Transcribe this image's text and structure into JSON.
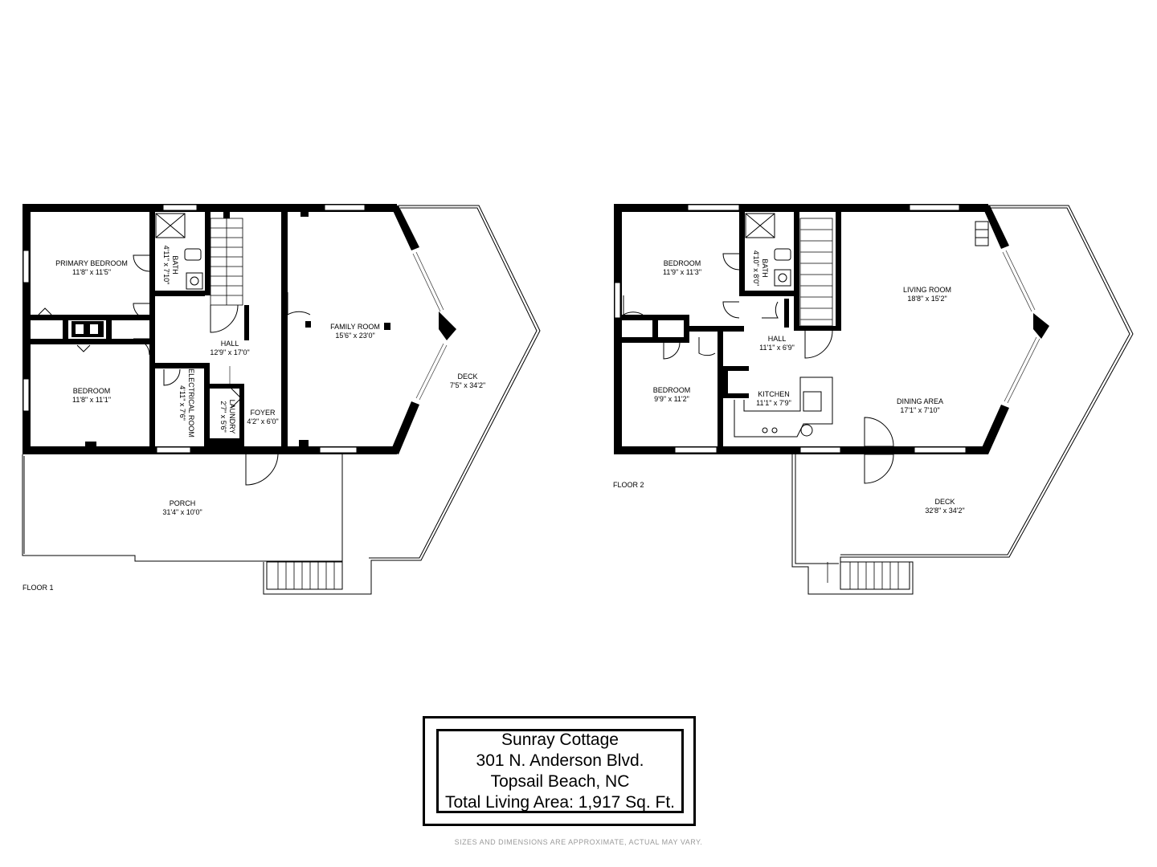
{
  "floor1": {
    "label": "FLOOR 1",
    "rooms": {
      "primary_bedroom": {
        "name": "PRIMARY BEDROOM",
        "dims": "11'8\" x 11'5\""
      },
      "bedroom": {
        "name": "BEDROOM",
        "dims": "11'8\" x 11'1\""
      },
      "bath": {
        "name": "BATH",
        "dims": "4'11\" x 7'10\""
      },
      "hall": {
        "name": "HALL",
        "dims": "12'9\" x 17'0\""
      },
      "electrical": {
        "name": "ELECTRICAL ROOM",
        "dims": "4'11\" x 7'6\""
      },
      "laundry": {
        "name": "LAUNDRY",
        "dims": "2'7\" x 5'6\""
      },
      "foyer": {
        "name": "FOYER",
        "dims": "4'2\" x 6'0\""
      },
      "family_room": {
        "name": "FAMILY ROOM",
        "dims": "15'6\" x 23'0\""
      },
      "deck": {
        "name": "DECK",
        "dims": "7'5\" x 34'2\""
      },
      "porch": {
        "name": "PORCH",
        "dims": "31'4\" x 10'0\""
      }
    }
  },
  "floor2": {
    "label": "FLOOR 2",
    "rooms": {
      "bedroom_a": {
        "name": "BEDROOM",
        "dims": "11'9\" x 11'3\""
      },
      "bedroom_b": {
        "name": "BEDROOM",
        "dims": "9'9\" x 11'2\""
      },
      "bath": {
        "name": "BATH",
        "dims": "4'10\" x 8'0\""
      },
      "hall": {
        "name": "HALL",
        "dims": "11'1\" x 6'9\""
      },
      "kitchen": {
        "name": "KITCHEN",
        "dims": "11'1\" x 7'9\""
      },
      "living_room": {
        "name": "LIVING ROOM",
        "dims": "18'8\" x 15'2\""
      },
      "dining_area": {
        "name": "DINING AREA",
        "dims": "17'1\" x 7'10\""
      },
      "deck": {
        "name": "DECK",
        "dims": "32'8\" x 34'2\""
      }
    }
  },
  "title_block": {
    "line1": "Sunray Cottage",
    "line2": "301 N. Anderson Blvd.",
    "line3": "Topsail Beach, NC",
    "line4": "Total Living Area: 1,917 Sq. Ft."
  },
  "disclaimer": "SIZES AND DIMENSIONS ARE APPROXIMATE, ACTUAL MAY VARY."
}
